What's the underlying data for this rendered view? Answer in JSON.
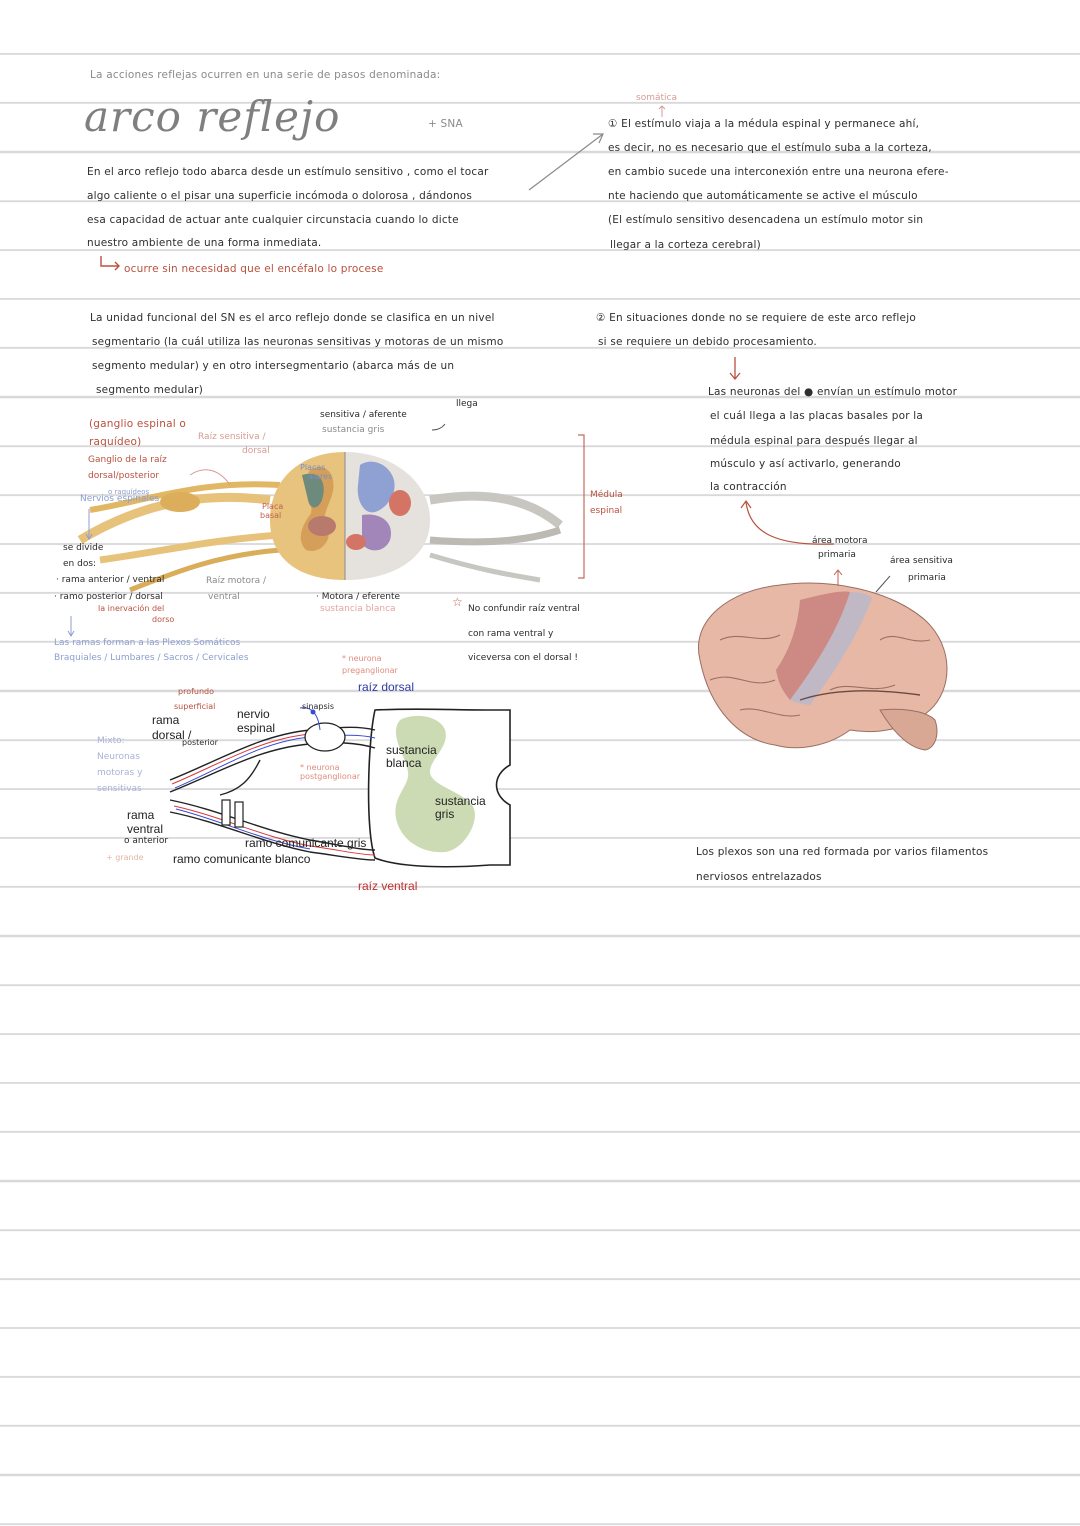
{
  "intro": "La acciones reflejas ocurren en una serie de pasos denominada:",
  "title": "arco reflejo",
  "title_tag": "+ SNA",
  "para1": [
    "En el arco reflejo todo abarca desde un estímulo sensitivo , como el tocar",
    "algo caliente o el pisar una superficie incómoda o dolorosa , dándonos",
    "esa capacidad de actuar ante cualquier circunstacia cuando lo dicte",
    "nuestro ambiente de una forma inmediata."
  ],
  "para1_note": "ocurre sin necesidad que el encéfalo lo procese",
  "somatica": "somática",
  "step1": [
    "① El estímulo viaja a la médula espinal y permanece ahí,",
    "es decir, no es necesario que el estímulo suba a la corteza,",
    "en cambio sucede una interconexión entre una neurona efere-",
    "nte haciendo que automáticamente se active el músculo",
    "(El estímulo sensitivo desencadena un estímulo motor sin",
    "llegar a la corteza cerebral)"
  ],
  "para2": [
    "La unidad funcional del SN es el arco reflejo donde se clasifica en un nivel",
    "segmentario (la cuál utiliza las neuronas sensitivas y motoras de un mismo",
    "segmento medular) y en otro intersegmentario (abarca más de un",
    "segmento medular)"
  ],
  "step2": [
    "② En situaciones donde no se requiere de este arco reflejo",
    "si se requiere un debido procesamiento."
  ],
  "step2_detail": [
    "Las neuronas del ● envían un estímulo motor",
    "el cuál llega a las placas basales por la",
    "médula espinal para después llegar al",
    "músculo y así activarlo, generando",
    "la contracción"
  ],
  "cord_labels": {
    "llega": "llega",
    "sensitiva": "sensitiva / aferente",
    "sustancia_gris": "sustancia gris",
    "ganglio": [
      "(ganglio espinal o",
      "raquídeo)"
    ],
    "ganglio_raiz": [
      "Ganglio de la raíz",
      "dorsal/posterior"
    ],
    "raquideos": "o raquídeos",
    "nervios_espinales": "Nervios espinales",
    "raiz_sensitiva": [
      "Raíz sensitiva /",
      "dorsal"
    ],
    "placas_alares": [
      "Placas",
      "alares"
    ],
    "placa_basal": [
      "Placa",
      "basal"
    ],
    "medula": [
      "Médula",
      "espinal"
    ],
    "se_divide": [
      "se divide",
      "en dos:"
    ],
    "rama_anterior": "rama anterior / ventral",
    "rama_posterior": "ramo posterior / dorsal",
    "inervacion": [
      "la inervación del",
      "dorso"
    ],
    "raiz_motora": [
      "Raíz motora /",
      "ventral"
    ],
    "motora": "Motora / eferente",
    "sustancia_blanca": "sustancia blanca",
    "no_confundir": [
      "No confundir raíz ventral",
      "con rama ventral y",
      "viceversa con el dorsal !"
    ],
    "ramas_forman": [
      "Las ramas forman a las Plexos Somáticos",
      "Braquiales / Lumbares / Sacros / Cervicales"
    ]
  },
  "diagram2": {
    "neurona_pre": [
      "* neurona",
      "preganglionar"
    ],
    "raiz_dorsal": "raíz dorsal",
    "profundo": "profundo",
    "superficial": "superficial",
    "rama_dorsal": [
      "rama",
      "dorsal /"
    ],
    "posterior": "posterior",
    "nervio_espinal": [
      "nervio",
      "espinal"
    ],
    "sinapsis": "sinapsis",
    "neurona_post": [
      "* neurona",
      "postganglionar"
    ],
    "sustancia_blanca": [
      "sustancia",
      "blanca"
    ],
    "sustancia_gris": [
      "sustancia",
      "gris"
    ],
    "mixto": [
      "Mixto:",
      "Neuronas",
      "motoras y",
      "sensitivas"
    ],
    "rama_ventral": [
      "rama",
      "ventral"
    ],
    "o_anterior": "o anterior",
    "grande": "+ grande",
    "ramo_gris": "ramo comunicante gris",
    "ramo_blanco": "ramo comunicante blanco",
    "raiz_ventral": "raíz ventral"
  },
  "brain": {
    "area_motora": [
      "área motora",
      "primaria"
    ],
    "area_sensitiva": [
      "área sensitiva",
      "primaria"
    ]
  },
  "plexos": [
    "Los plexos son una red formada por varios filamentos",
    "nerviosos entrelazados"
  ],
  "colors": {
    "accent_red": "#b9503d",
    "pink": "#d59c95",
    "blue": "#8c9ed0",
    "gray_matter": "#cddbb4"
  }
}
